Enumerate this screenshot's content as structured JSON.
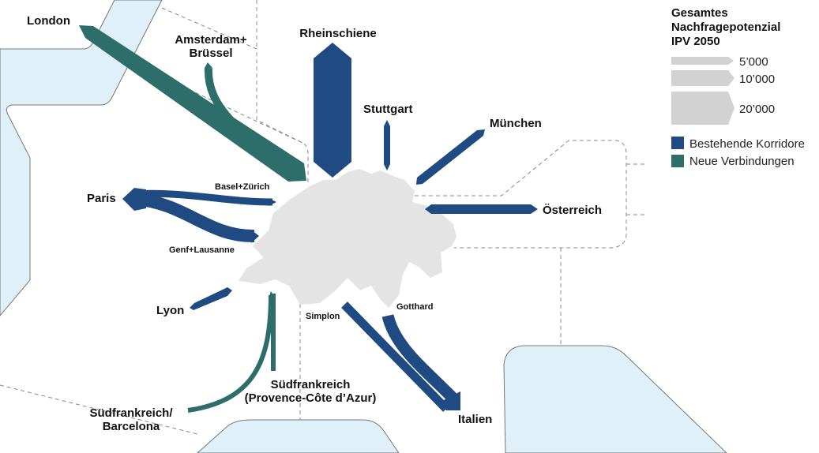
{
  "colors": {
    "existing": "#1f4a82",
    "new": "#2e6e6a",
    "land": "#e4e4e4",
    "water": "#dff0f8",
    "legend_scale": "#d2d2d2"
  },
  "labels": {
    "london": "London",
    "amsterdam_1": "Amsterdam+",
    "amsterdam_2": "Brüssel",
    "rheinschiene": "Rheinschiene",
    "stuttgart": "Stuttgart",
    "muenchen": "München",
    "oesterreich": "Österreich",
    "paris": "Paris",
    "basel_zuerich": "Basel+Zürich",
    "genf_lausanne": "Genf+Lausanne",
    "lyon": "Lyon",
    "simplon": "Simplon",
    "gotthard": "Gotthard",
    "italien": "Italien",
    "suedfrankreich_1": "Südfrankreich",
    "suedfrankreich_2": "(Provence-Côte d’Azur)",
    "barcelona_1": "Südfrankreich/",
    "barcelona_2": "Barcelona"
  },
  "legend": {
    "title_1": "Gesamtes",
    "title_2": "Nachfragepotenzial",
    "title_3": "IPV 2050",
    "scale": [
      {
        "value": 5000,
        "label": "5’000"
      },
      {
        "value": 10000,
        "label": "10’000"
      },
      {
        "value": 20000,
        "label": "20’000"
      }
    ],
    "existing_label": "Bestehende Korridore",
    "new_label": "Neue Verbindungen"
  }
}
